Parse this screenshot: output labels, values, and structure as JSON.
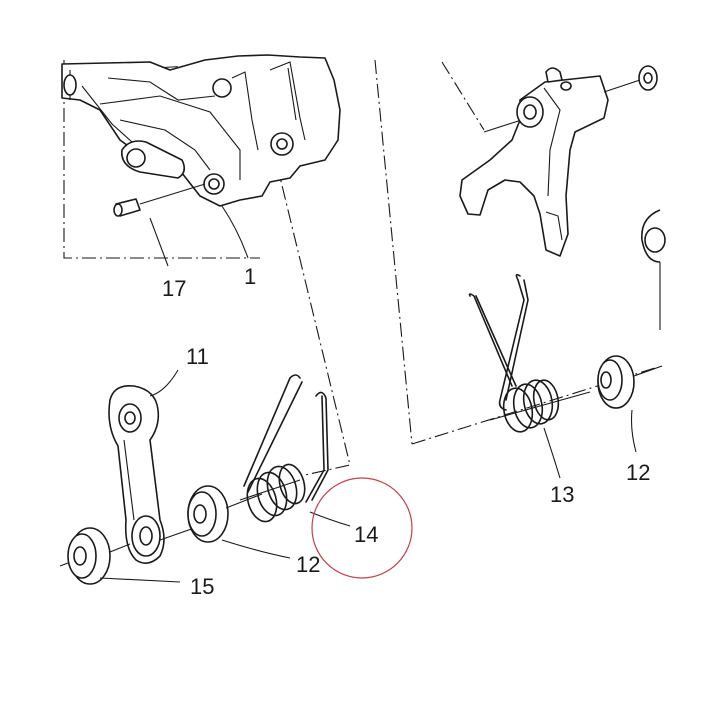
{
  "labels": {
    "p1": "1",
    "p11": "11",
    "p12a": "12",
    "p12b": "12",
    "p13": "13",
    "p14": "14",
    "p15": "15",
    "p17": "17"
  },
  "highlight": {
    "part": "14",
    "color": "#c2414b"
  }
}
